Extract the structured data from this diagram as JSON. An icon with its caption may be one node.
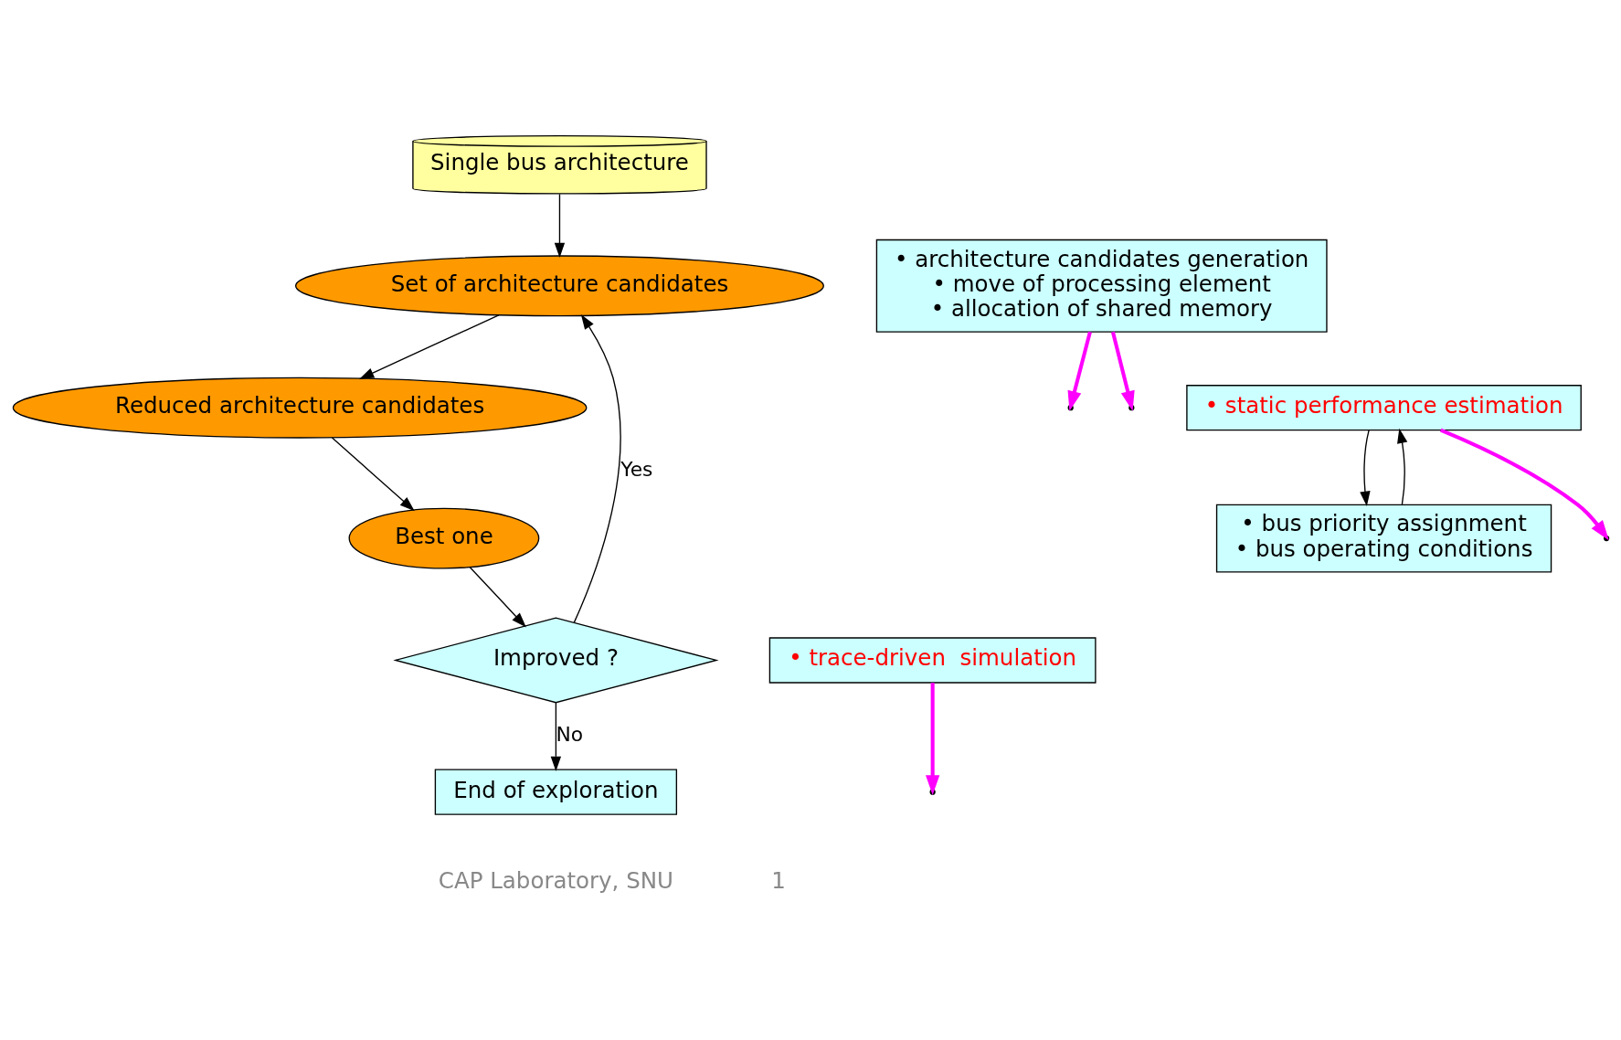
{
  "diagram": {
    "nodes": [
      {
        "text": [
          "Single bus architecture"
        ]
      },
      {
        "text": [
          "Set of architecture candidates"
        ]
      },
      {
        "text": [
          "Reduced architecture candidates"
        ]
      },
      {
        "text": [
          "Best one"
        ]
      },
      {
        "text": [
          "Improved ?"
        ]
      },
      {
        "text": [
          "End of exploration"
        ]
      },
      {
        "text": [
          "• architecture candidates generation",
          "• move of processing element",
          "• allocation of shared memory"
        ]
      },
      {
        "text": [
          "• static performance estimation"
        ]
      },
      {
        "text": [
          "• bus priority assignment",
          "• bus operating conditions"
        ]
      },
      {
        "text": [
          "• trace-driven  simulation"
        ]
      }
    ],
    "edges": [
      {
        "from": 0,
        "to": 1,
        "arrow": "to"
      },
      {
        "from": 1,
        "to": 2,
        "arrow": "to"
      },
      {
        "from": 2,
        "to": 3,
        "arrow": "to"
      },
      {
        "from": 3,
        "to": 4,
        "arrow": "to"
      },
      {
        "from": 4,
        "to": 5,
        "arrow": "to",
        "label": "No"
      },
      {
        "from": 4,
        "to": 1,
        "arrow": "to",
        "label": "Yes"
      },
      {
        "from": 6,
        "to": null,
        "arrow": "to",
        "style": "thick",
        "color": "#ff00ff"
      },
      {
        "from": 6,
        "to": null,
        "arrow": "to",
        "style": "thick",
        "color": "#ff00ff"
      },
      {
        "from": 7,
        "to": null,
        "arrow": "to",
        "style": "thick",
        "color": "#ff00ff"
      },
      {
        "from": 9,
        "to": null,
        "arrow": "to",
        "style": "thick",
        "color": "#ff00ff"
      },
      {
        "from": 7,
        "to": 8,
        "arrow": "to"
      },
      {
        "from": 8,
        "to": 7,
        "arrow": "to"
      }
    ],
    "labels": [
      "CAP Laboratory, SNU",
      "1"
    ]
  }
}
